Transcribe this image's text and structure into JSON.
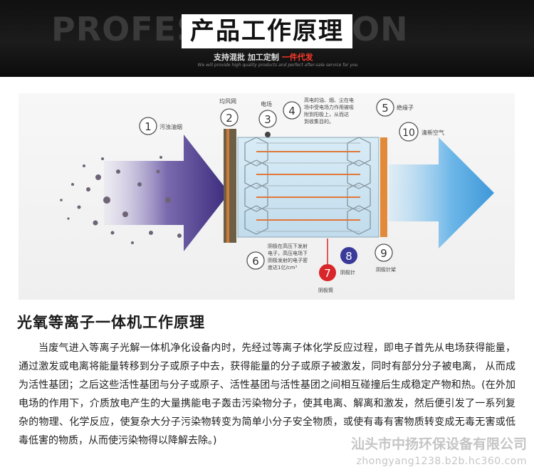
{
  "header": {
    "bg_text": "PROFESS          DUCTION",
    "title": "产品工作原理",
    "sub_a": "支持混批  加工定制",
    "sub_b": "一件代发",
    "tagline": "We will provide high quality products and perfect after-sale service for you",
    "accent_color": "#ff3a2a"
  },
  "diagram": {
    "labels": {
      "n1": "1",
      "n1_text": "污浊油烟",
      "n2": "2",
      "n2_text": "均风网",
      "n3": "3",
      "n3_text": "电场",
      "n4": "4",
      "n4_l1": "高电的油、烟、尘在电",
      "n4_l2": "场中受电场力作用被吸",
      "n4_l3": "附到阳极上，从而达",
      "n4_l4": "到收集目的。",
      "n5": "5",
      "n5_text": "绝缘子",
      "n6": "6",
      "n6_l1": "阴极在高压下发射",
      "n6_l2": "电子，高压电场下",
      "n6_l3": "阴极发射的电子密",
      "n6_l4": "度达1亿/cm³",
      "n7": "7",
      "n7_text": "阴极筒",
      "n8": "8",
      "n8_text": "阴极针",
      "n9": "9",
      "n9_text": "阴极针架",
      "n10": "10",
      "n10_text": "清新空气"
    },
    "colors": {
      "inflow": "#4a3a8c",
      "outflow": "#5aa8e0",
      "frame": "#d07a3a",
      "n7": "#d8262a",
      "n8": "#3a3a9a"
    }
  },
  "section": {
    "title": "光氧等离子一体机工作原理",
    "body": "当废气进入等离子光解一体机净化设备内时，先经过等离子体化学反应过程，即电子首先从电场获得能量，通过激发或电离将能量转移到分子或原子中去，获得能量的分子或原子被激发，同时有部分分子被电离， 从而成为活性基团；之后这些活性基团与分子或原子、活性基团与活性基团之间相互碰撞后生成稳定产物和热。(在外加电场的作用下，介质放电产生的大量携能电子轰击污染物分子，使其电离、解离和激发，然后便引发了一系列复杂的物理、化学反应，使复杂大分子污染物转变为简单小分子安全物质，或使有毒有害物质转变成无毒无害或低毒低害的物质，从而使污染物得以降解去除。)"
  },
  "watermark": {
    "line1": "汕头市中扬环保设备有限公司",
    "line2": "zhongyang1238.b2b.hc360.com"
  }
}
